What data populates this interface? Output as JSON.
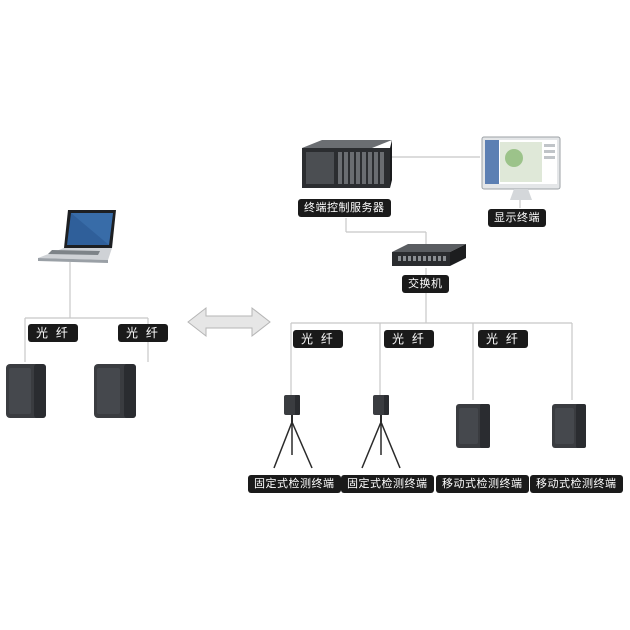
{
  "nodes": {
    "server": "终端控制服务器",
    "display": "显示终端",
    "switch": "交换机",
    "fiber": "光 纤",
    "fixed_terminal": "固定式检测终端",
    "mobile_terminal": "移动式检测终端"
  },
  "icons": {
    "server": "rack-server-icon",
    "display": "monitor-icon",
    "switch": "network-switch-icon",
    "laptop": "laptop-icon",
    "detector": "detector-box-icon",
    "tripod": "tripod-detector-icon",
    "arrow": "double-arrow-icon"
  },
  "colors": {
    "label_bg": "#1a1a1a",
    "label_text": "#ffffff",
    "line": "#c8c8c8",
    "arrow_fill": "#e6e6e6",
    "device_dark": "#3a3c40"
  }
}
